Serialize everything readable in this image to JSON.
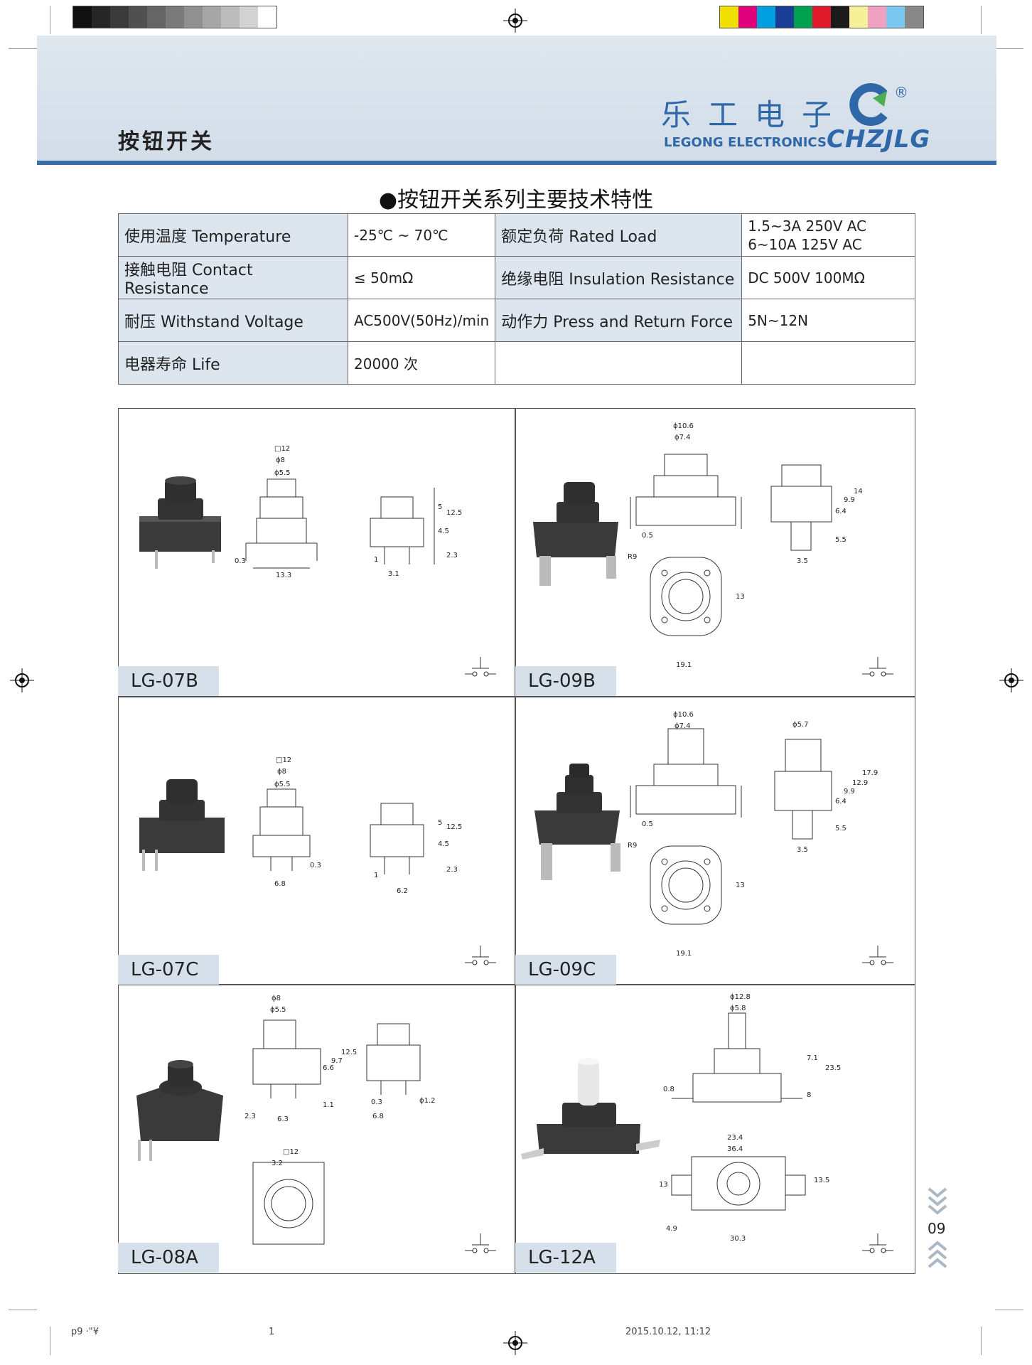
{
  "header": {
    "page_title": "按钮开关",
    "brand_cn": "乐工电子",
    "brand_en": "LEGONG ELECTRONICS",
    "brand_logo": "CHZJLG",
    "registered": "®"
  },
  "colors": {
    "header_bg": "#d2dde8",
    "header_line": "#3a6ea8",
    "brand": "#2f68a8",
    "label_bg": "#d6e0ea",
    "table_label_bg": "#dde6ef",
    "gray_bar": [
      "#111111",
      "#262626",
      "#3b3b3b",
      "#505050",
      "#656565",
      "#7a7a7a",
      "#909090",
      "#a6a6a6",
      "#bcbcbc",
      "#d2d2d2",
      "#ffffff"
    ],
    "color_bar": [
      "#f0e000",
      "#e0007a",
      "#00a0e0",
      "#1a3d96",
      "#00a050",
      "#e01a2a",
      "#1a1a1a",
      "#f6f098",
      "#f0a0c0",
      "#7ac8f0",
      "#888888"
    ]
  },
  "spec": {
    "title": "●按钮开关系列主要技术特性",
    "rows": [
      {
        "label1": "使用温度 Temperature",
        "value1": "-25℃ ~ 70℃",
        "label2": "额定负荷 Rated Load",
        "value2a": "1.5~3A   250V AC",
        "value2b": "6~10A    125V AC"
      },
      {
        "label1": "接触电阻 Contact Resistance",
        "value1": "≤ 50mΩ",
        "label2": "绝缘电阻 Insulation Resistance",
        "value2a": "DC 500V 100MΩ",
        "value2b": ""
      },
      {
        "label1": "耐压 Withstand Voltage",
        "value1": "AC500V(50Hz)/min",
        "label2": "动作力 Press and Return Force",
        "value2a": "5N~12N",
        "value2b": ""
      },
      {
        "label1": "电器寿命 Life",
        "value1": "20000 次",
        "label2": "",
        "value2a": "",
        "value2b": ""
      }
    ]
  },
  "products": [
    {
      "model": "LG-07B",
      "dims": {
        "square": "□12",
        "d1": "ϕ8",
        "d2": "ϕ5.5",
        "w": "13.3",
        "t": "0.3",
        "h1": "5",
        "h2": "4.5",
        "h3": "12.5",
        "h4": "2.3",
        "p1": "1",
        "p2": "3.1"
      }
    },
    {
      "model": "LG-09B",
      "dims": {
        "d1": "ϕ10.6",
        "d2": "ϕ7.4",
        "t": "0.5",
        "r": "R9",
        "w": "19.1",
        "h": "13",
        "a": "6.4",
        "b": "9.9",
        "c": "14",
        "e": "5.5",
        "f": "3.5"
      }
    },
    {
      "model": "LG-07C",
      "dims": {
        "square": "□12",
        "d1": "ϕ8",
        "d2": "ϕ5.5",
        "w": "6.8",
        "t": "0.3",
        "h1": "5",
        "h2": "4.5",
        "h3": "12.5",
        "h4": "2.3",
        "p1": "1",
        "p2": "6.2"
      }
    },
    {
      "model": "LG-09C",
      "dims": {
        "d1": "ϕ10.6",
        "d2": "ϕ7.4",
        "d3": "ϕ5.7",
        "t": "0.5",
        "r": "R9",
        "w": "19.1",
        "h": "13",
        "a": "6.4",
        "b": "9.9",
        "c": "12.9",
        "g": "17.9",
        "e": "5.5",
        "f": "3.5"
      }
    },
    {
      "model": "LG-08A",
      "dims": {
        "d1": "ϕ8",
        "d2": "ϕ5.5",
        "a": "6.6",
        "b": "9.7",
        "c": "12.5",
        "e": "2.3",
        "f": "6.3",
        "g": "1.1",
        "t": "0.3",
        "p": "ϕ1.2",
        "w": "6.8",
        "square": "□12",
        "s": "3.2"
      }
    },
    {
      "model": "LG-12A",
      "dims": {
        "d1": "ϕ12.8",
        "d2": "ϕ5.8",
        "t": "0.8",
        "a": "7.1",
        "b": "8",
        "c": "23.5",
        "w1": "23.4",
        "w2": "36.4",
        "h": "13",
        "h2": "13.5",
        "s": "4.9",
        "w3": "30.3"
      }
    }
  ],
  "page_number": "09",
  "footer": {
    "left": "p9 ·\"¥",
    "mid": "1",
    "date": "2015.10.12, 11:12"
  }
}
